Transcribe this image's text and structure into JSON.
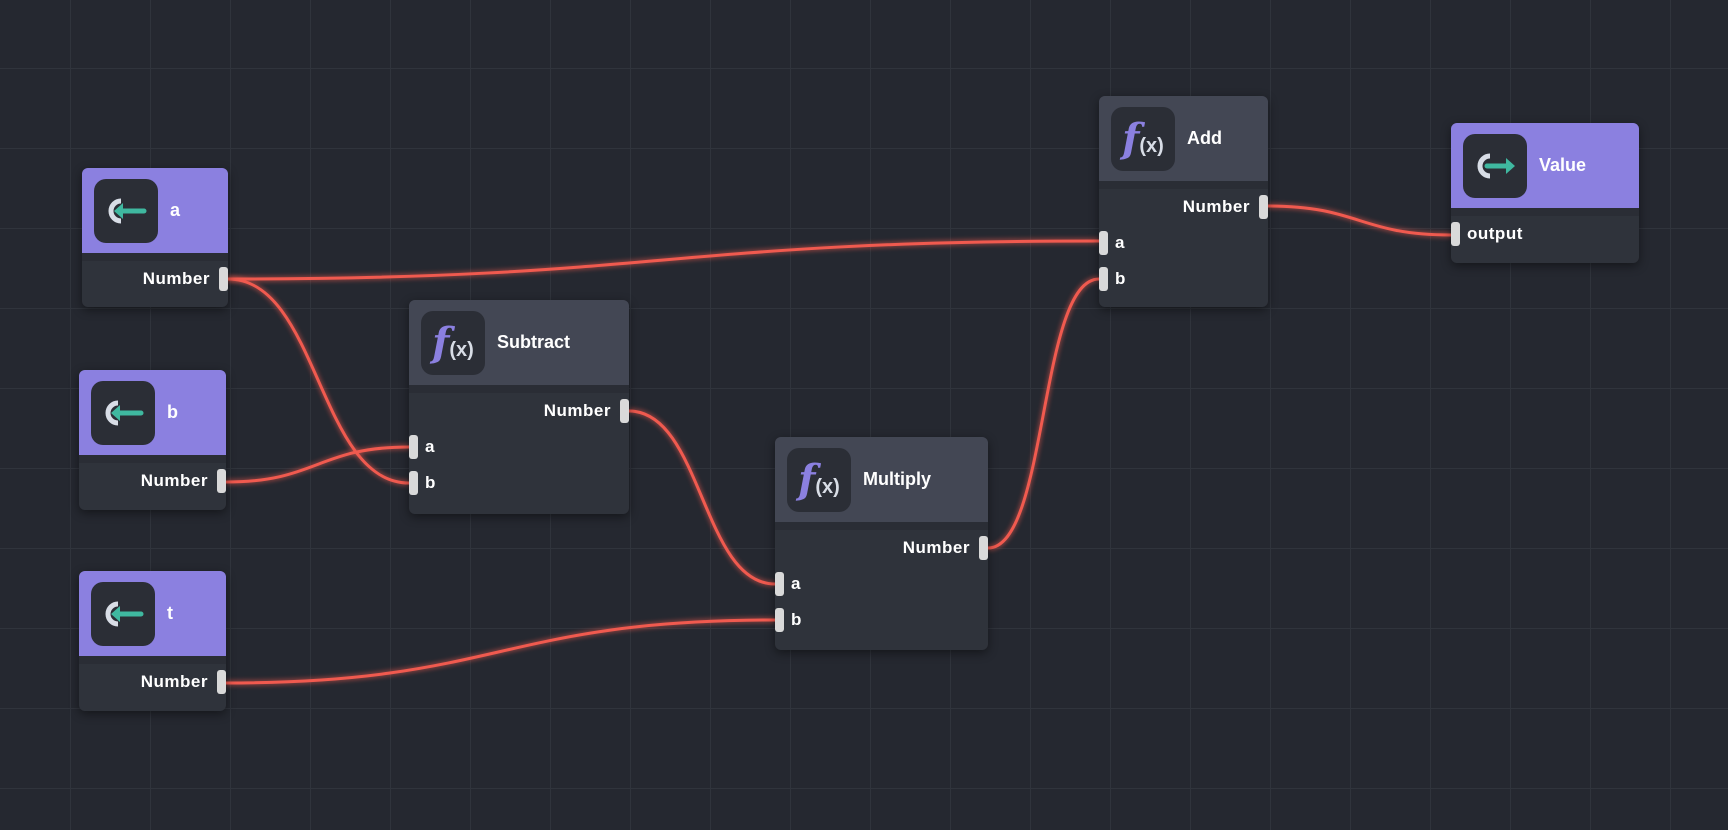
{
  "nodes": {
    "a": {
      "title": "a",
      "output": "Number"
    },
    "b": {
      "title": "b",
      "output": "Number"
    },
    "t": {
      "title": "t",
      "output": "Number"
    },
    "subtract": {
      "title": "Subtract",
      "output": "Number",
      "inputs": [
        "a",
        "b"
      ]
    },
    "multiply": {
      "title": "Multiply",
      "output": "Number",
      "inputs": [
        "a",
        "b"
      ]
    },
    "add": {
      "title": "Add",
      "output": "Number",
      "inputs": [
        "a",
        "b"
      ]
    },
    "value": {
      "title": "Value",
      "input": "output"
    }
  },
  "icons": {
    "input": "input-arrow-icon",
    "function": "function-fx-icon",
    "output": "output-arrow-icon"
  },
  "colors": {
    "wire": "#f05a4f",
    "input_header": "#8b80e0",
    "function_header": "#434754",
    "background": "#252830"
  }
}
